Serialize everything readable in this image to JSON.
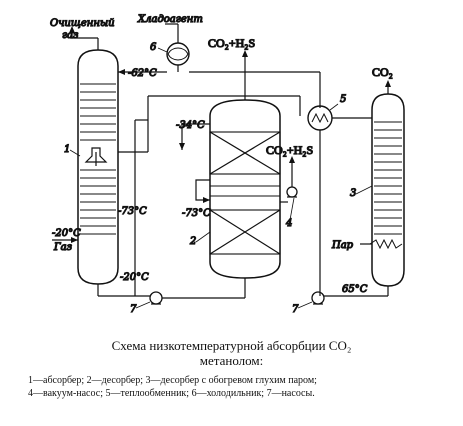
{
  "diagram": {
    "labels": {
      "clean_gas": [
        "Очищенный",
        "газ"
      ],
      "refrigerant": "Хладоагент",
      "gas": "Газ",
      "steam": "Пар",
      "t_m62": "-62°C",
      "t_m34": "-34°C",
      "t_m73_left": "-73°C",
      "t_m73_mid": "-73°C",
      "t_m20_in": "-20°C",
      "t_m20_bot": "-20°C",
      "t_65": "65°C"
    },
    "streams": {
      "co2_h2s_top": "CO₂+H₂S",
      "co2_h2s_vac": "CO₂+H₂S",
      "co2_out": "CO₂"
    },
    "numbers": [
      "1",
      "2",
      "3",
      "4",
      "5",
      "6",
      "7",
      "7"
    ]
  },
  "caption": {
    "title_line1": "Схема низкотемпературной абсорбции CO₂",
    "title_line2": "метанолом:",
    "legend_line1": "1—абсорбер; 2—десорбер; 3—десорбер с обогревом глухим паром;",
    "legend_line2": "4—вакуум-насос; 5—теплообменник; 6—холодильник; 7—насосы."
  }
}
